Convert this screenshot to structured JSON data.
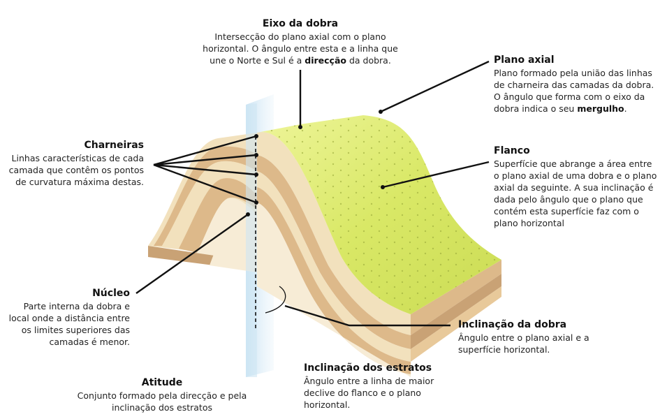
{
  "labels": {
    "eixo": {
      "title": "Eixo da dobra",
      "desc": "Intersecção do plano axial com o plano horizontal. O ângulo entre esta e a linha que une o Norte e Sul é a ",
      "em": "direcção",
      "tail": " da dobra."
    },
    "plano_axial": {
      "title": "Plano axial",
      "desc": "Plano formado pela união das linhas de charneira das camadas da dobra. O ângulo que forma com o eixo da dobra indica o seu ",
      "em": "mergulho",
      "tail": "."
    },
    "charneiras": {
      "title": "Charneiras",
      "desc": "Linhas características de cada camada que contêm os pontos de curvatura máxima destas."
    },
    "flanco": {
      "title": "Flanco",
      "desc": "Superfície que abrange a área entre o plano axial de uma dobra e o plano axial da seguinte. A sua inclinação é dada pelo ângulo que o plano que contém esta superfície faz com o plano horizontal"
    },
    "nucleo": {
      "title": "Núcleo",
      "desc": "Parte interna da dobra e local onde a distância entre os limites superiores das camadas é menor."
    },
    "inclinacao_dobra": {
      "title": "Inclinação da dobra",
      "desc": "Ângulo entre o plano axial e a superfície horizontal."
    },
    "inclinacao_estratos": {
      "title": "Inclinação dos estratos",
      "desc": "Ângulo entre a linha de maior declive do flanco e o plano horizontal."
    },
    "atitude": {
      "title": "Atitude",
      "desc": "Conjunto formado pela direcção e pela inclinação  dos estratos"
    }
  },
  "colors": {
    "top_surface": "#d9e866",
    "top_highlight": "#eef59a",
    "layer_light": "#f2e1bd",
    "layer_tan": "#ddb98a",
    "layer_band": "#c9a275",
    "core": "#f7ecd6",
    "axial_plane": "#cfe6f4",
    "leader": "#111111"
  }
}
